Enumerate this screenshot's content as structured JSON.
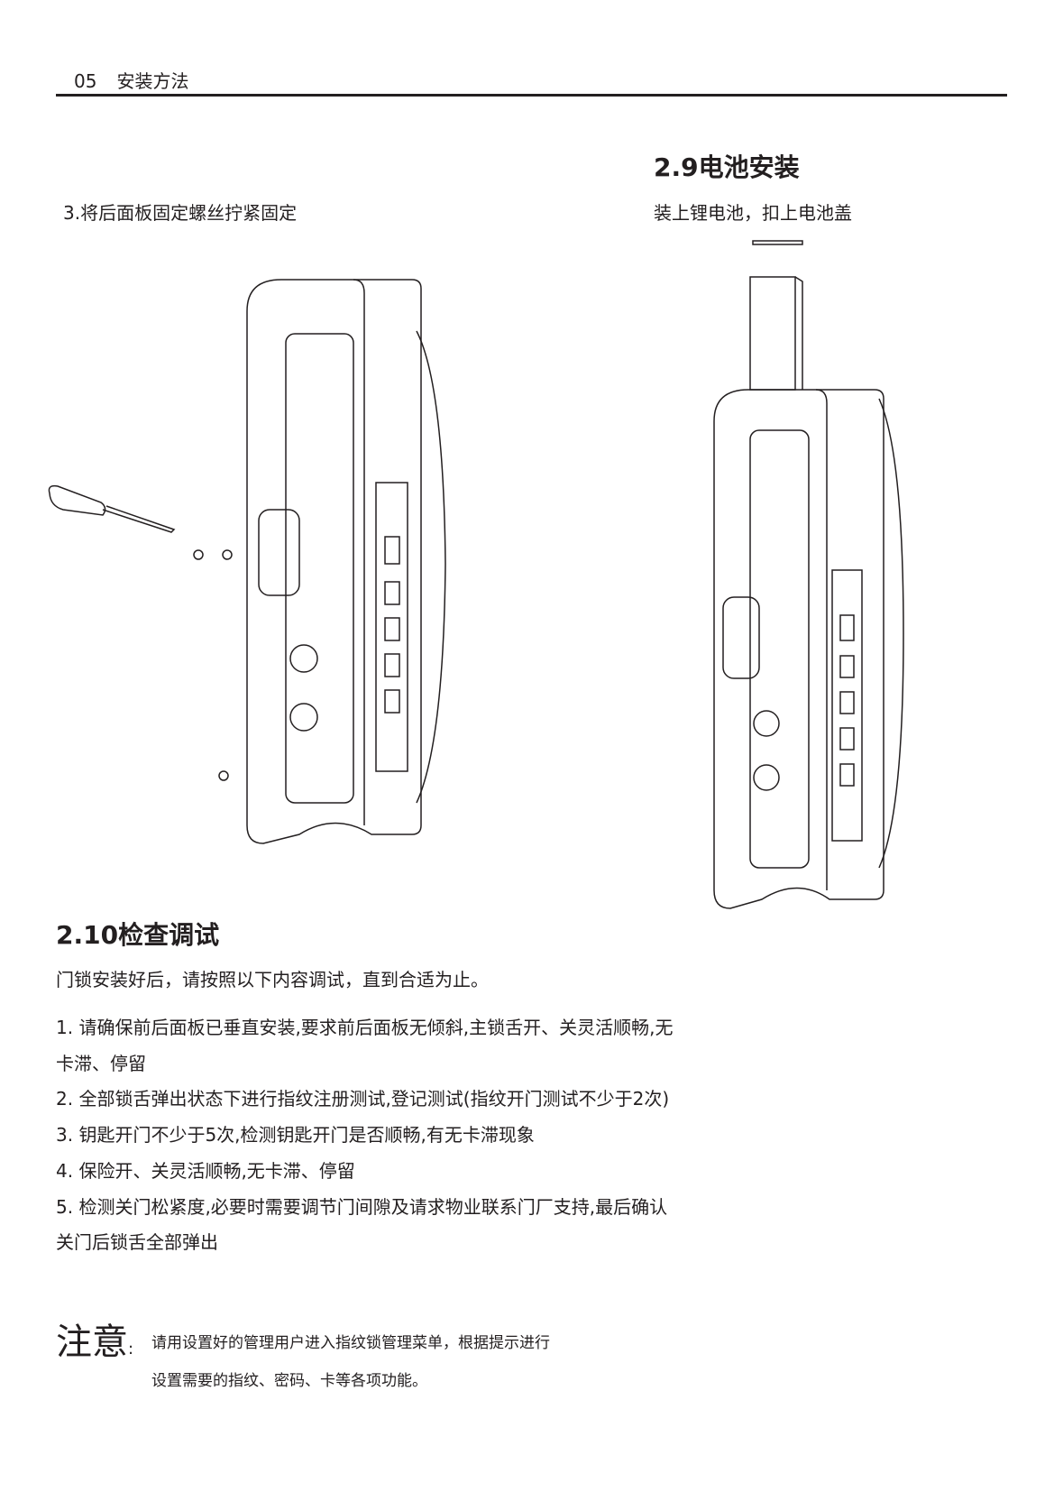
{
  "header": {
    "page_number": "05",
    "section": "安装方法"
  },
  "left": {
    "step": "3.将后面板固定螺丝拧紧固定"
  },
  "battery": {
    "title": "2.9电池安装",
    "desc": "装上锂电池，扣上电池盖"
  },
  "check": {
    "title": "2.10检查调试",
    "intro": "门锁安装好后，请按照以下内容调试，直到合适为止。",
    "items": [
      "1. 请确保前后面板已垂直安装,要求前后面板无倾斜,主锁舌开、关灵活顺畅,无",
      "卡滞、停留",
      "2. 全部锁舌弹出状态下进行指纹注册测试,登记测试(指纹开门测试不少于2次)",
      "3. 钥匙开门不少于5次,检测钥匙开门是否顺畅,有无卡滞现象",
      "4. 保险开、关灵活顺畅,无卡滞、停留",
      "5. 检测关门松紧度,必要时需要调节门间隙及请求物业联系门厂支持,最后确认",
      "关门后锁舌全部弹出"
    ]
  },
  "note": {
    "label": "注意",
    "colon": ":",
    "line1": "请用设置好的管理用户进入指纹锁管理菜单，根据提示进行",
    "line2": "设置需要的指纹、密码、卡等各项功能。"
  }
}
